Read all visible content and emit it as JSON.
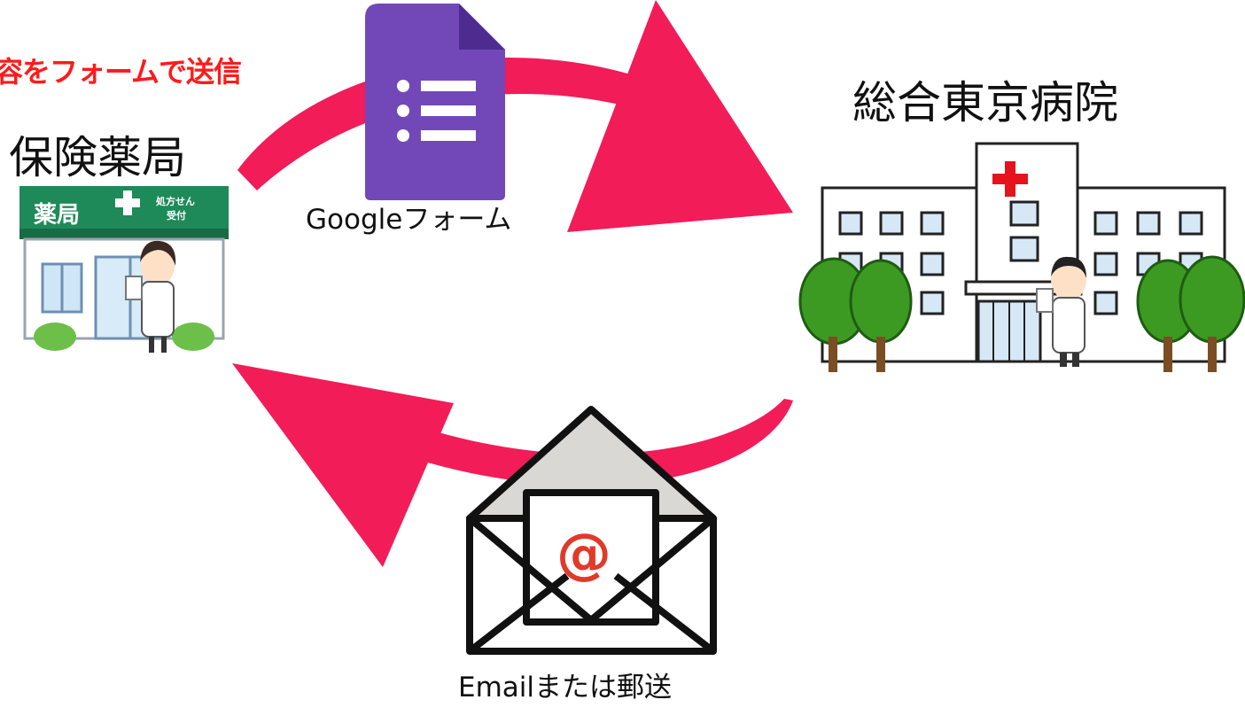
{
  "headline": "容をフォームで送信",
  "pharmacy": {
    "name": "保険薬局",
    "sign_main": "薬局",
    "sign_sub_1": "処方せん",
    "sign_sub_2": "受付"
  },
  "hospital": {
    "name": "総合東京病院"
  },
  "google_form": {
    "label": "Googleフォーム"
  },
  "email": {
    "label": "Emailまたは郵送",
    "symbol": "@"
  },
  "colors": {
    "arrow": "#f21c58",
    "headline": "#ff1a1a",
    "form_icon": "#7248b9",
    "pharmacy_sign": "#1f8a59",
    "tree": "#3c9a22",
    "cross": "#e5141c"
  }
}
